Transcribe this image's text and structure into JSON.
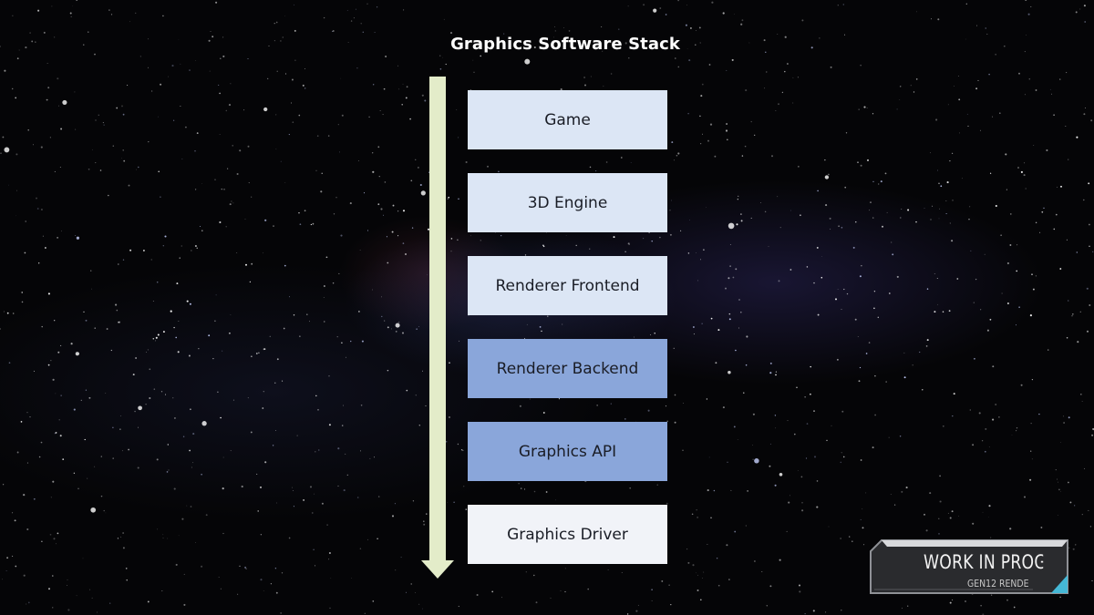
{
  "title": "Graphics Software Stack",
  "layers": [
    {
      "label": "Game",
      "color": "#dce6f5"
    },
    {
      "label": "3D Engine",
      "color": "#dce6f5"
    },
    {
      "label": "Renderer Frontend",
      "color": "#dce6f5"
    },
    {
      "label": "Renderer Backend",
      "color": "#8aa6da"
    },
    {
      "label": "Graphics API",
      "color": "#8aa6da"
    },
    {
      "label": "Graphics Driver",
      "color": "#f1f3f8"
    }
  ],
  "arrow": {
    "color": "#e3ecc9",
    "direction": "down"
  },
  "badge": {
    "line1": "WORK IN PROGRE",
    "line2": "GEN12 RENDE"
  }
}
